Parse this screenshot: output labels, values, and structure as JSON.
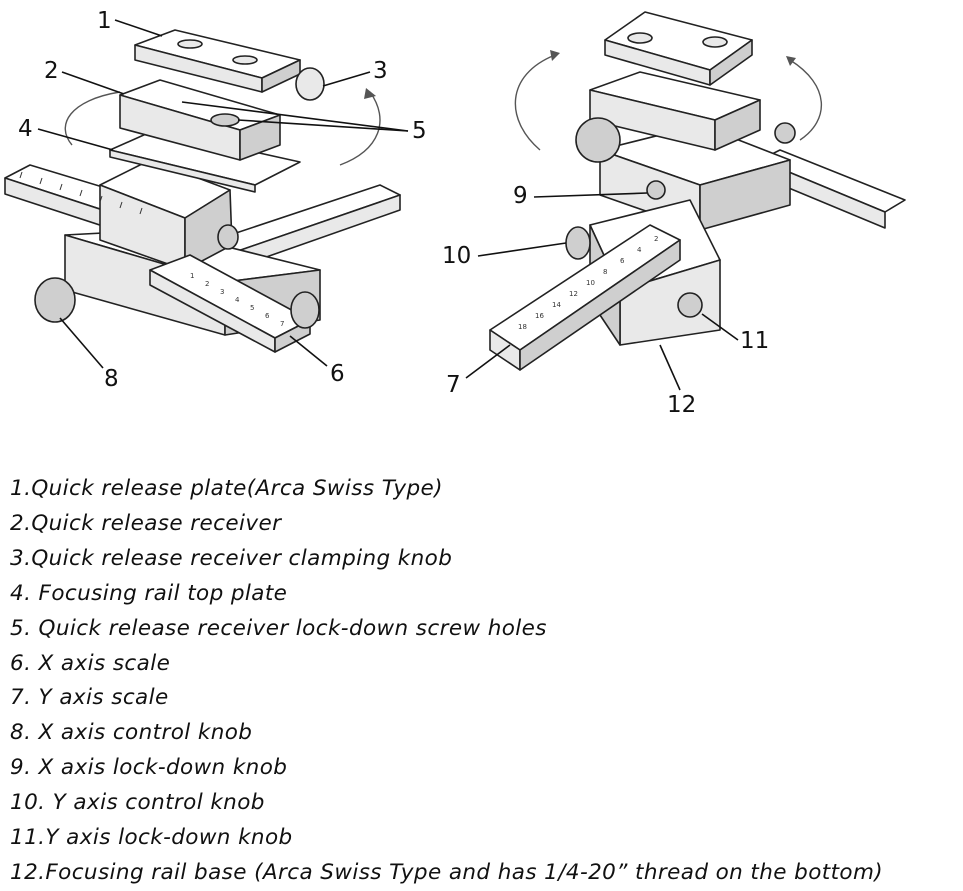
{
  "callouts": {
    "c1": "1",
    "c2": "2",
    "c3": "3",
    "c4": "4",
    "c5": "5",
    "c6": "6",
    "c7": "7",
    "c8": "8",
    "c9": "9",
    "c10": "10",
    "c11": "11",
    "c12": "12"
  },
  "scale_numbers": {
    "left_front": [
      "1",
      "2",
      "3",
      "4",
      "5",
      "6",
      "7"
    ],
    "right_front": [
      "2",
      "4",
      "6",
      "8",
      "10",
      "12",
      "14",
      "16",
      "18"
    ]
  },
  "legend": [
    "1.Quick release plate(Arca Swiss Type)",
    "2.Quick release receiver",
    "3.Quick release receiver clamping knob",
    "4. Focusing rail top plate",
    "5. Quick release receiver lock-down screw holes",
    "6. X axis scale",
    "7. Y axis scale",
    "8. X axis control knob",
    "9. X axis lock-down knob",
    "10. Y axis control knob",
    "11.Y axis lock-down knob",
    "12.Focusing rail base (Arca Swiss Type and has 1/4-20” thread on the bottom)"
  ]
}
